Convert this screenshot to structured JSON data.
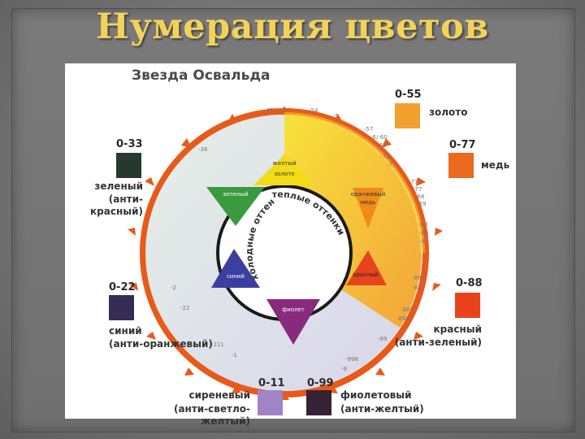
{
  "slide_title": "Нумерация цветов",
  "heading": "Звезда Освальда",
  "swatches": {
    "zoloto": {
      "code": "0-55",
      "label": "золото",
      "color": "#f2a12e"
    },
    "med": {
      "code": "0-77",
      "label": "медь",
      "color": "#ec6a1e"
    },
    "zeleny": {
      "code": "0-33",
      "label1": "зеленый",
      "label2": "(анти-красный)",
      "color": "#243a2e"
    },
    "krasny": {
      "code": "0-88",
      "label1": "красный",
      "label2": "(анти-зеленый)",
      "color": "#e8431c"
    },
    "siniy": {
      "code": "0-22",
      "label1": "синий",
      "label2": "(анти-оранжевый)",
      "color": "#352d55"
    },
    "sireneviy": {
      "code": "0-11",
      "label1": "сиреневый",
      "label2": "(анти-светло-желтый)",
      "color": "#9f84c8"
    },
    "fioletoviy": {
      "code": "0-99",
      "label1": "фиолетовый",
      "label2": "(анти-желтый)",
      "color": "#352235"
    }
  },
  "triangles": {
    "yellow": {
      "l1": "желтый",
      "l2": "золото",
      "color": "#f2dc18"
    },
    "orange": {
      "l1": "оранжевый",
      "l2": "медь",
      "color": "#f08a1a"
    },
    "red": {
      "label": "красный",
      "color": "#e8431c"
    },
    "violet": {
      "label": "фиолет",
      "color": "#8a2a7e"
    },
    "blue": {
      "label": "синий",
      "color": "#3a3fa0"
    },
    "green": {
      "label": "зеленый",
      "color": "#3a9a3e"
    }
  },
  "arc_labels": {
    "warm": "теплые оттенки",
    "cold": "холодные оттенки"
  },
  "ring_codes": {
    "top": [
      "-45",
      "-4",
      "-54",
      "-5"
    ],
    "upper_right": [
      "-57",
      "-6/-60",
      "-65",
      "-70",
      "-7"
    ],
    "right": [
      "-777",
      "-77",
      "-68",
      "-69",
      "-80",
      "-86",
      "-87"
    ],
    "lower_right": [
      "-887",
      "-88",
      "-888",
      "-889",
      "-89",
      "-998",
      "-9"
    ],
    "bottom": [
      "-1",
      "-111"
    ],
    "left": [
      "-2",
      "-22"
    ],
    "upper_left": [
      "-36"
    ]
  }
}
